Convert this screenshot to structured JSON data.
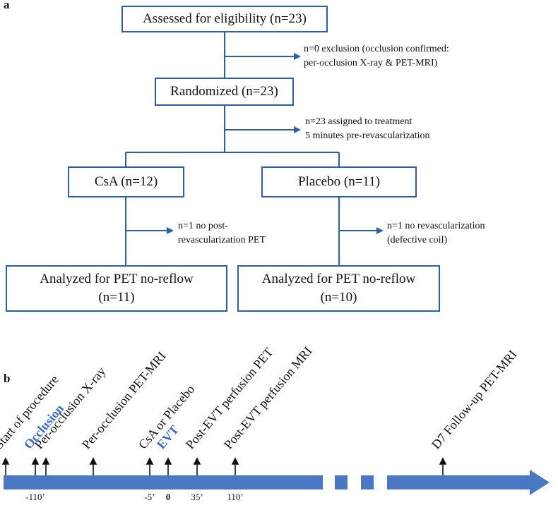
{
  "panel_a": {
    "label": "a",
    "eligibility": "Assessed for eligibility (n=23)",
    "exclusion_note": [
      "n=0 exclusion (occlusion confirmed:",
      "per-occlusion X-ray & PET-MRI)"
    ],
    "randomized": "Randomized (n=23)",
    "assignment_note": [
      "n=23 assigned to treatment",
      "5 minutes pre-revascularization"
    ],
    "csa": "CsA (n=12)",
    "placebo": "Placebo (n=11)",
    "csa_dropout_note": [
      "n=1 no post-",
      "revascularization PET"
    ],
    "placebo_dropout_note": [
      "n=1 no revascularization",
      "(defective coil)"
    ],
    "csa_analyzed": [
      "Analyzed for PET no-reflow",
      "(n=11)"
    ],
    "placebo_analyzed": [
      "Analyzed for PET no-reflow",
      "(n=10)"
    ]
  },
  "panel_b": {
    "label": "b",
    "bar_color": "#4a78c4",
    "highlight_color": "#3a6cc8",
    "events": [
      {
        "label": "Start of procedure",
        "highlight": false
      },
      {
        "label": "Occlusion",
        "highlight": true
      },
      {
        "label": "Per-occlusion X-ray",
        "highlight": false
      },
      {
        "label": "Per-occlusion PET-MRI",
        "highlight": false
      },
      {
        "label": "CsA or Placebo",
        "highlight": false
      },
      {
        "label": "EVT",
        "highlight": true
      },
      {
        "label": "Post-EVT perfusion PET",
        "highlight": false
      },
      {
        "label": "Post-EVT perfusion MRI",
        "highlight": false
      },
      {
        "label": "D7 Follow-up PET-MRI",
        "highlight": false
      }
    ],
    "ticks": [
      {
        "label": "-110’",
        "bold": false
      },
      {
        "label": "-5’",
        "bold": false
      },
      {
        "label": "0",
        "bold": true
      },
      {
        "label": "35’",
        "bold": false
      },
      {
        "label": "110’",
        "bold": false
      }
    ]
  }
}
